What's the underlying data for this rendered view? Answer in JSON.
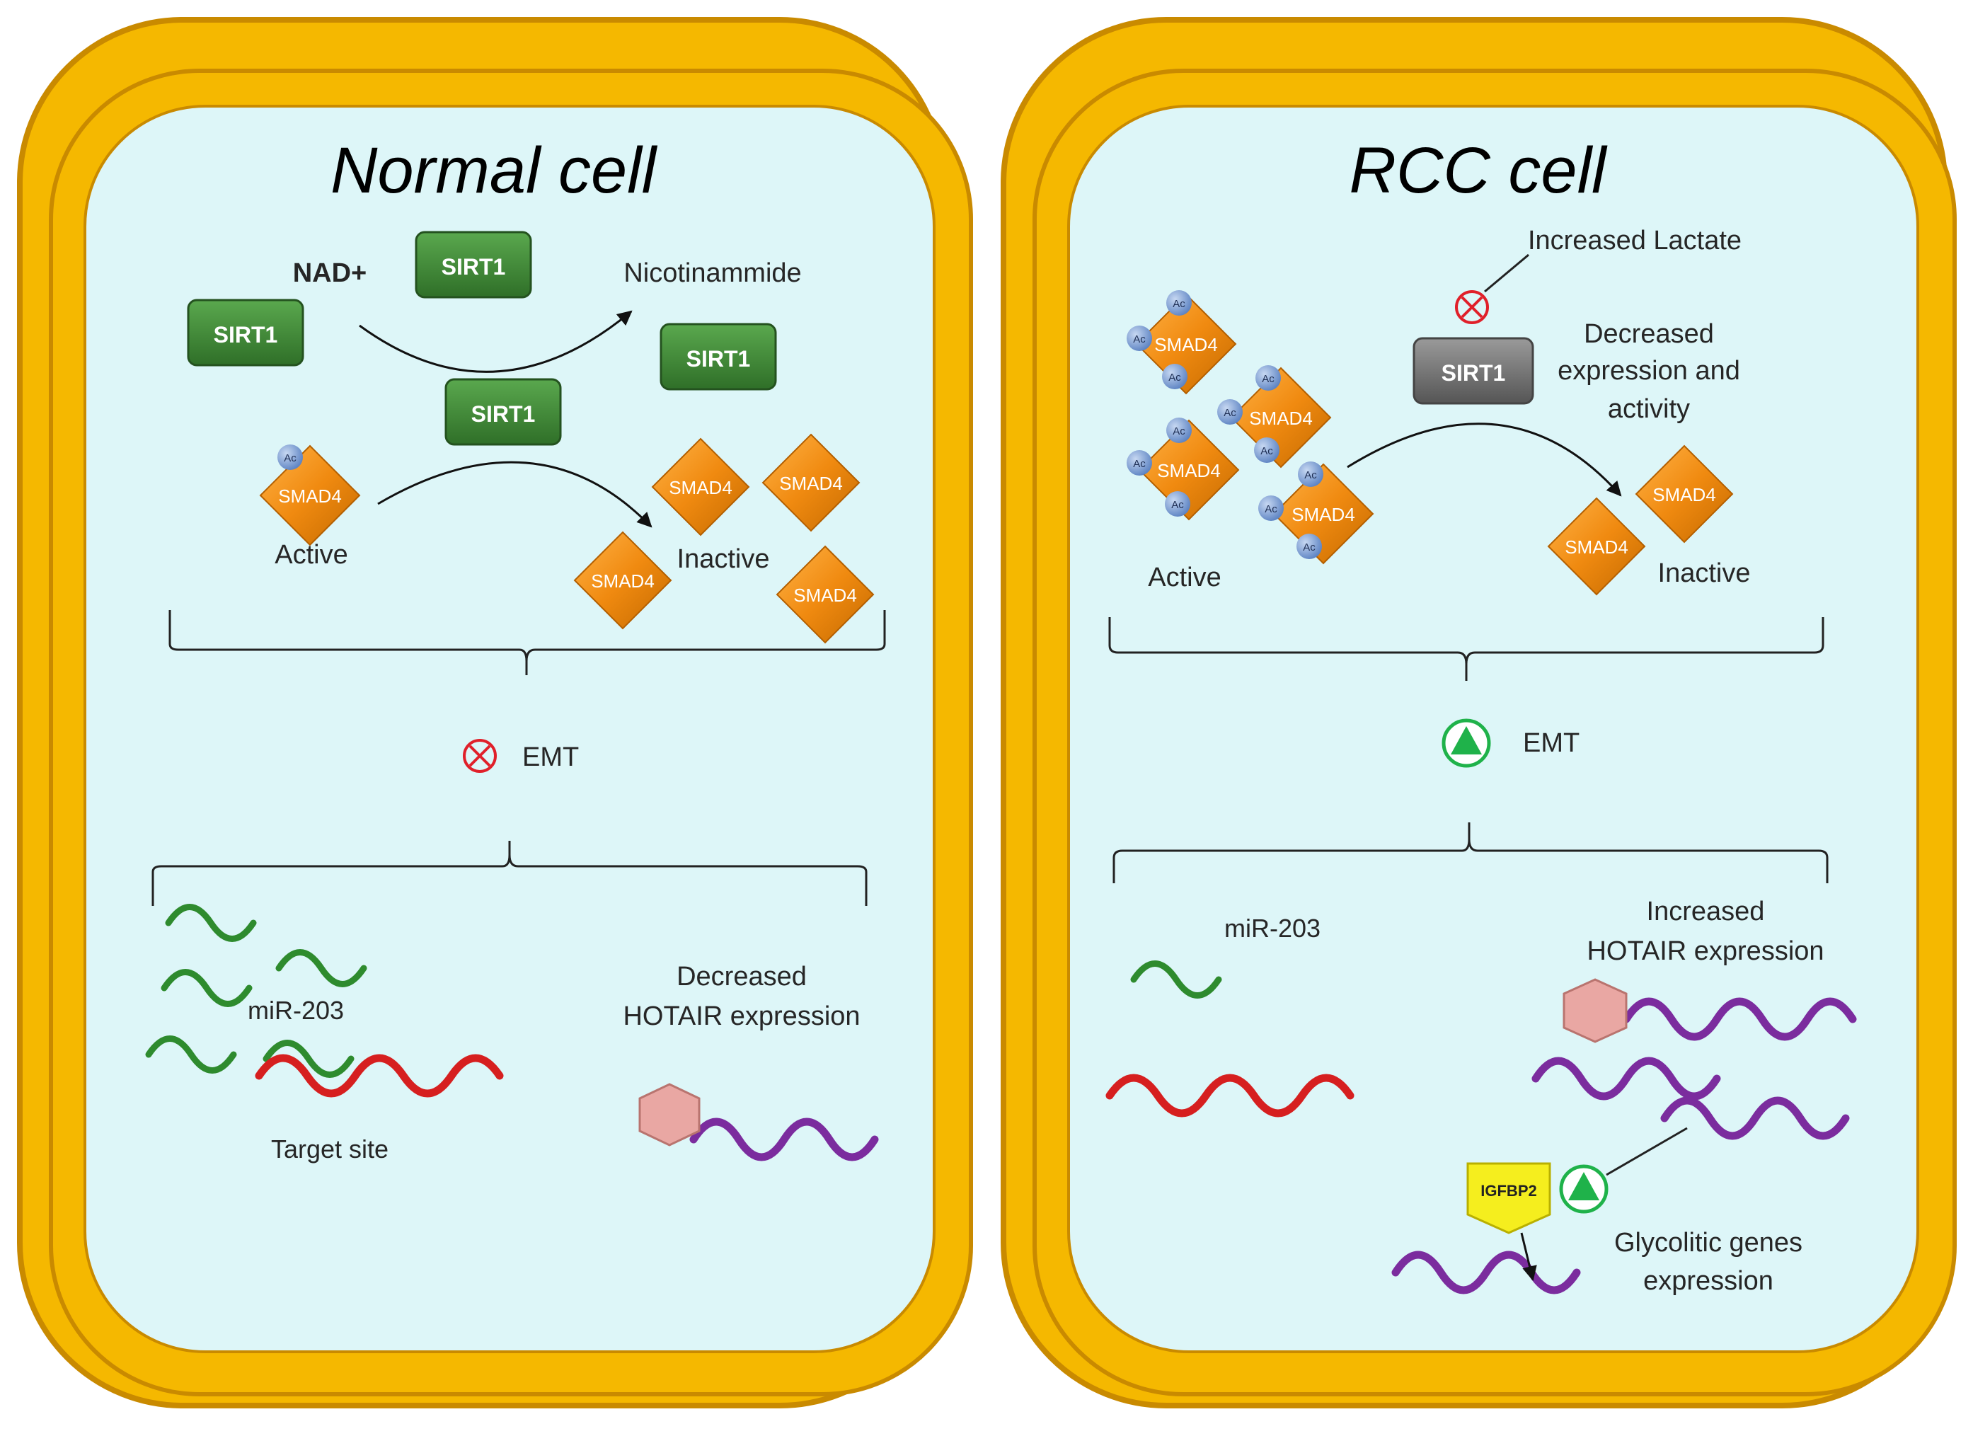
{
  "colors": {
    "membrane": "#F5B800",
    "membrane_edge": "#C98A00",
    "cytoplasm": "#DDF6F8",
    "sirt1_active": "#3E8A35",
    "sirt1_decreased": "#7A7A7A",
    "smad4": "#F08A10",
    "acetyl": "#7FA2D8",
    "mirna": "#2E8B2E",
    "target_rna": "#D61F1F",
    "hotair_rna": "#7B2C9E",
    "protein_hexagon": "#E9A7A3",
    "inhibit": "#E0202A",
    "activate": "#1FB24A",
    "igfbp2": "#F5EE1E"
  },
  "icons": [
    "inhibition-symbol-icon",
    "activation-triangle-icon",
    "protein-hexagon-icon",
    "rna-strand-icon",
    "acetyl-group-icon"
  ],
  "normal": {
    "title": "Normal cell",
    "nad": "NAD+",
    "sirt1": "SIRT1",
    "nicotinamide": "Nicotinammide",
    "smad4": "SMAD4",
    "ac": "Ac",
    "active": "Active",
    "inactive": "Inactive",
    "emt": "EMT",
    "mir": "miR-203",
    "target": "Target site",
    "hotair_1": "Decreased",
    "hotair_2": "HOTAIR  expression"
  },
  "rcc": {
    "title": "RCC cell",
    "lactate": "Increased Lactate",
    "sirt1": "SIRT1",
    "decreased_1": "Decreased",
    "decreased_2": "expression and",
    "decreased_3": "activity",
    "smad4": "SMAD4",
    "ac": "Ac",
    "active": "Active",
    "inactive": "Inactive",
    "emt": "EMT",
    "mir": "miR-203",
    "hotair_1": "Increased",
    "hotair_2": "HOTAIR  expression",
    "igfbp2": "IGFBP2",
    "glyco_1": "Glycolitic genes",
    "glyco_2": "expression"
  }
}
